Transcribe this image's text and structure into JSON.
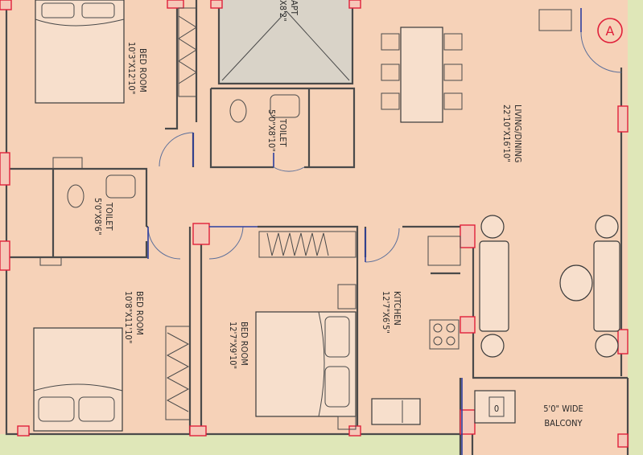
{
  "rooms": {
    "bedroom_top_left": {
      "name": "BED ROOM",
      "dims": "10'3\"X12'10\""
    },
    "toilet_top": {
      "name": "TOILET",
      "dims": "5'0\"X8'10\""
    },
    "lift": {
      "name": "APT",
      "dims": "X8'2\""
    },
    "living_dining": {
      "name": "LIVING/DINING",
      "dims": "22'10\"X16'10\""
    },
    "toilet_left": {
      "name": "TOILET",
      "dims": "5'0\"X8'6\""
    },
    "bedroom_bottom_left": {
      "name": "BED ROOM",
      "dims": "10'8\"X11'10\""
    },
    "bedroom_bottom_mid": {
      "name": "BED ROOM",
      "dims": "12'7\"X9'10\""
    },
    "kitchen": {
      "name": "KITCHEN",
      "dims": "12'7\"X6'5\""
    },
    "balcony": {
      "line1": "5'0\" WIDE",
      "line2": "BALCONY"
    }
  },
  "marker": {
    "label": "A"
  },
  "fridge_label": "0",
  "colors": {
    "floor": "#f6d2b8",
    "surround": "#dfe7b8",
    "wall": "#4a4a4a",
    "door": "#2d3fa0",
    "column": "#e0203a"
  }
}
